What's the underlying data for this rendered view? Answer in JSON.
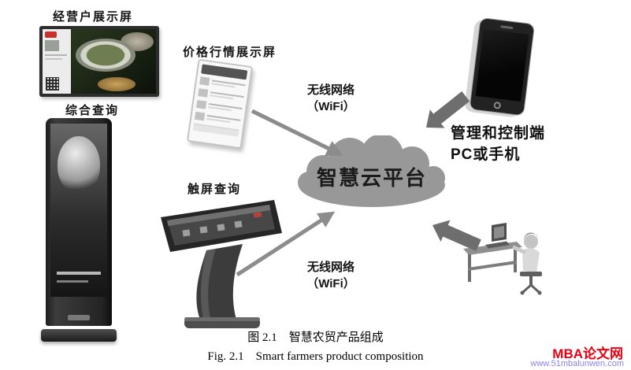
{
  "diagram": {
    "nodes": {
      "merchant_display_label": "经营户展示屏",
      "comprehensive_query_label": "综合查询",
      "price_display_label": "价格行情展示屏",
      "touch_query_label": "触屏查询",
      "cloud_platform_label": "智慧云平台",
      "management_label_line1": "管理和控制端",
      "management_label_line2": "PC或手机"
    },
    "connections": {
      "wifi_label_line1": "无线网络",
      "wifi_label_line2": "（WiFi）"
    }
  },
  "caption": {
    "zh": "图 2.1　智慧农贸产品组成",
    "en": "Fig. 2.1　Smart farmers product composition"
  },
  "watermark": {
    "brand": "MBA论文网",
    "url": "www.51mbalunwen.com"
  },
  "colors": {
    "cloud": "#989898",
    "thin_arrow": "#8c8c8c",
    "block_arrow": "#6e6e6e",
    "watermark_brand": "#e60012",
    "watermark_url": "#8a85e8"
  }
}
